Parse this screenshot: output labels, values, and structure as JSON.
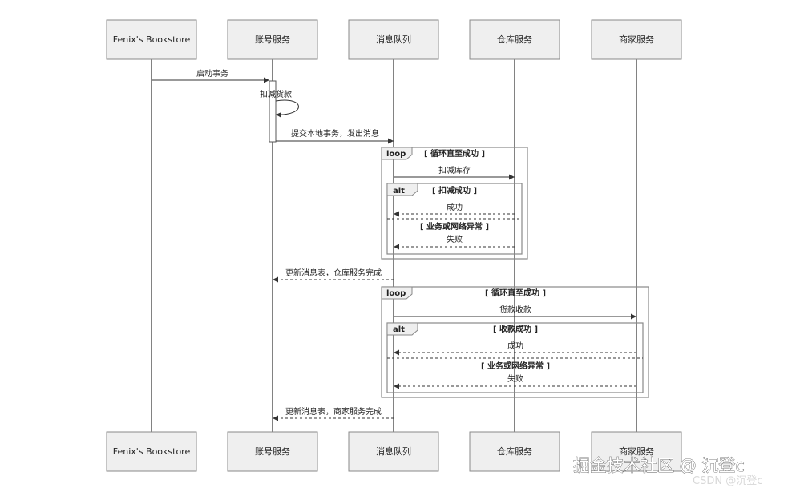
{
  "participants": [
    "Fenix's Bookstore",
    "账号服务",
    "消息队列",
    "仓库服务",
    "商家服务"
  ],
  "messages": {
    "start_tx": "启动事务",
    "deduct_payment": "扣减货款",
    "commit_local": "提交本地事务，发出消息",
    "deduct_stock": "扣减库存",
    "success": "成功",
    "failure": "失败",
    "update_warehouse_done": "更新消息表，仓库服务完成",
    "goods_payment": "货款收款",
    "update_merchant_done": "更新消息表，商家服务完成"
  },
  "fragments": {
    "loop1": {
      "keyword": "loop",
      "guard": "[ 循环直至成功 ]"
    },
    "alt1": {
      "keyword": "alt",
      "guard_a": "[ 扣减成功 ]",
      "guard_b": "[ 业务或网络异常 ]"
    },
    "loop2": {
      "keyword": "loop",
      "guard": "[ 循环直至成功 ]"
    },
    "alt2": {
      "keyword": "alt",
      "guard_a": "[ 收款成功 ]",
      "guard_b": "[ 业务或网络异常 ]"
    }
  },
  "watermark": {
    "main": "掘金技术社区 @ 沉登c",
    "sub": "CSDN @沉登c"
  }
}
